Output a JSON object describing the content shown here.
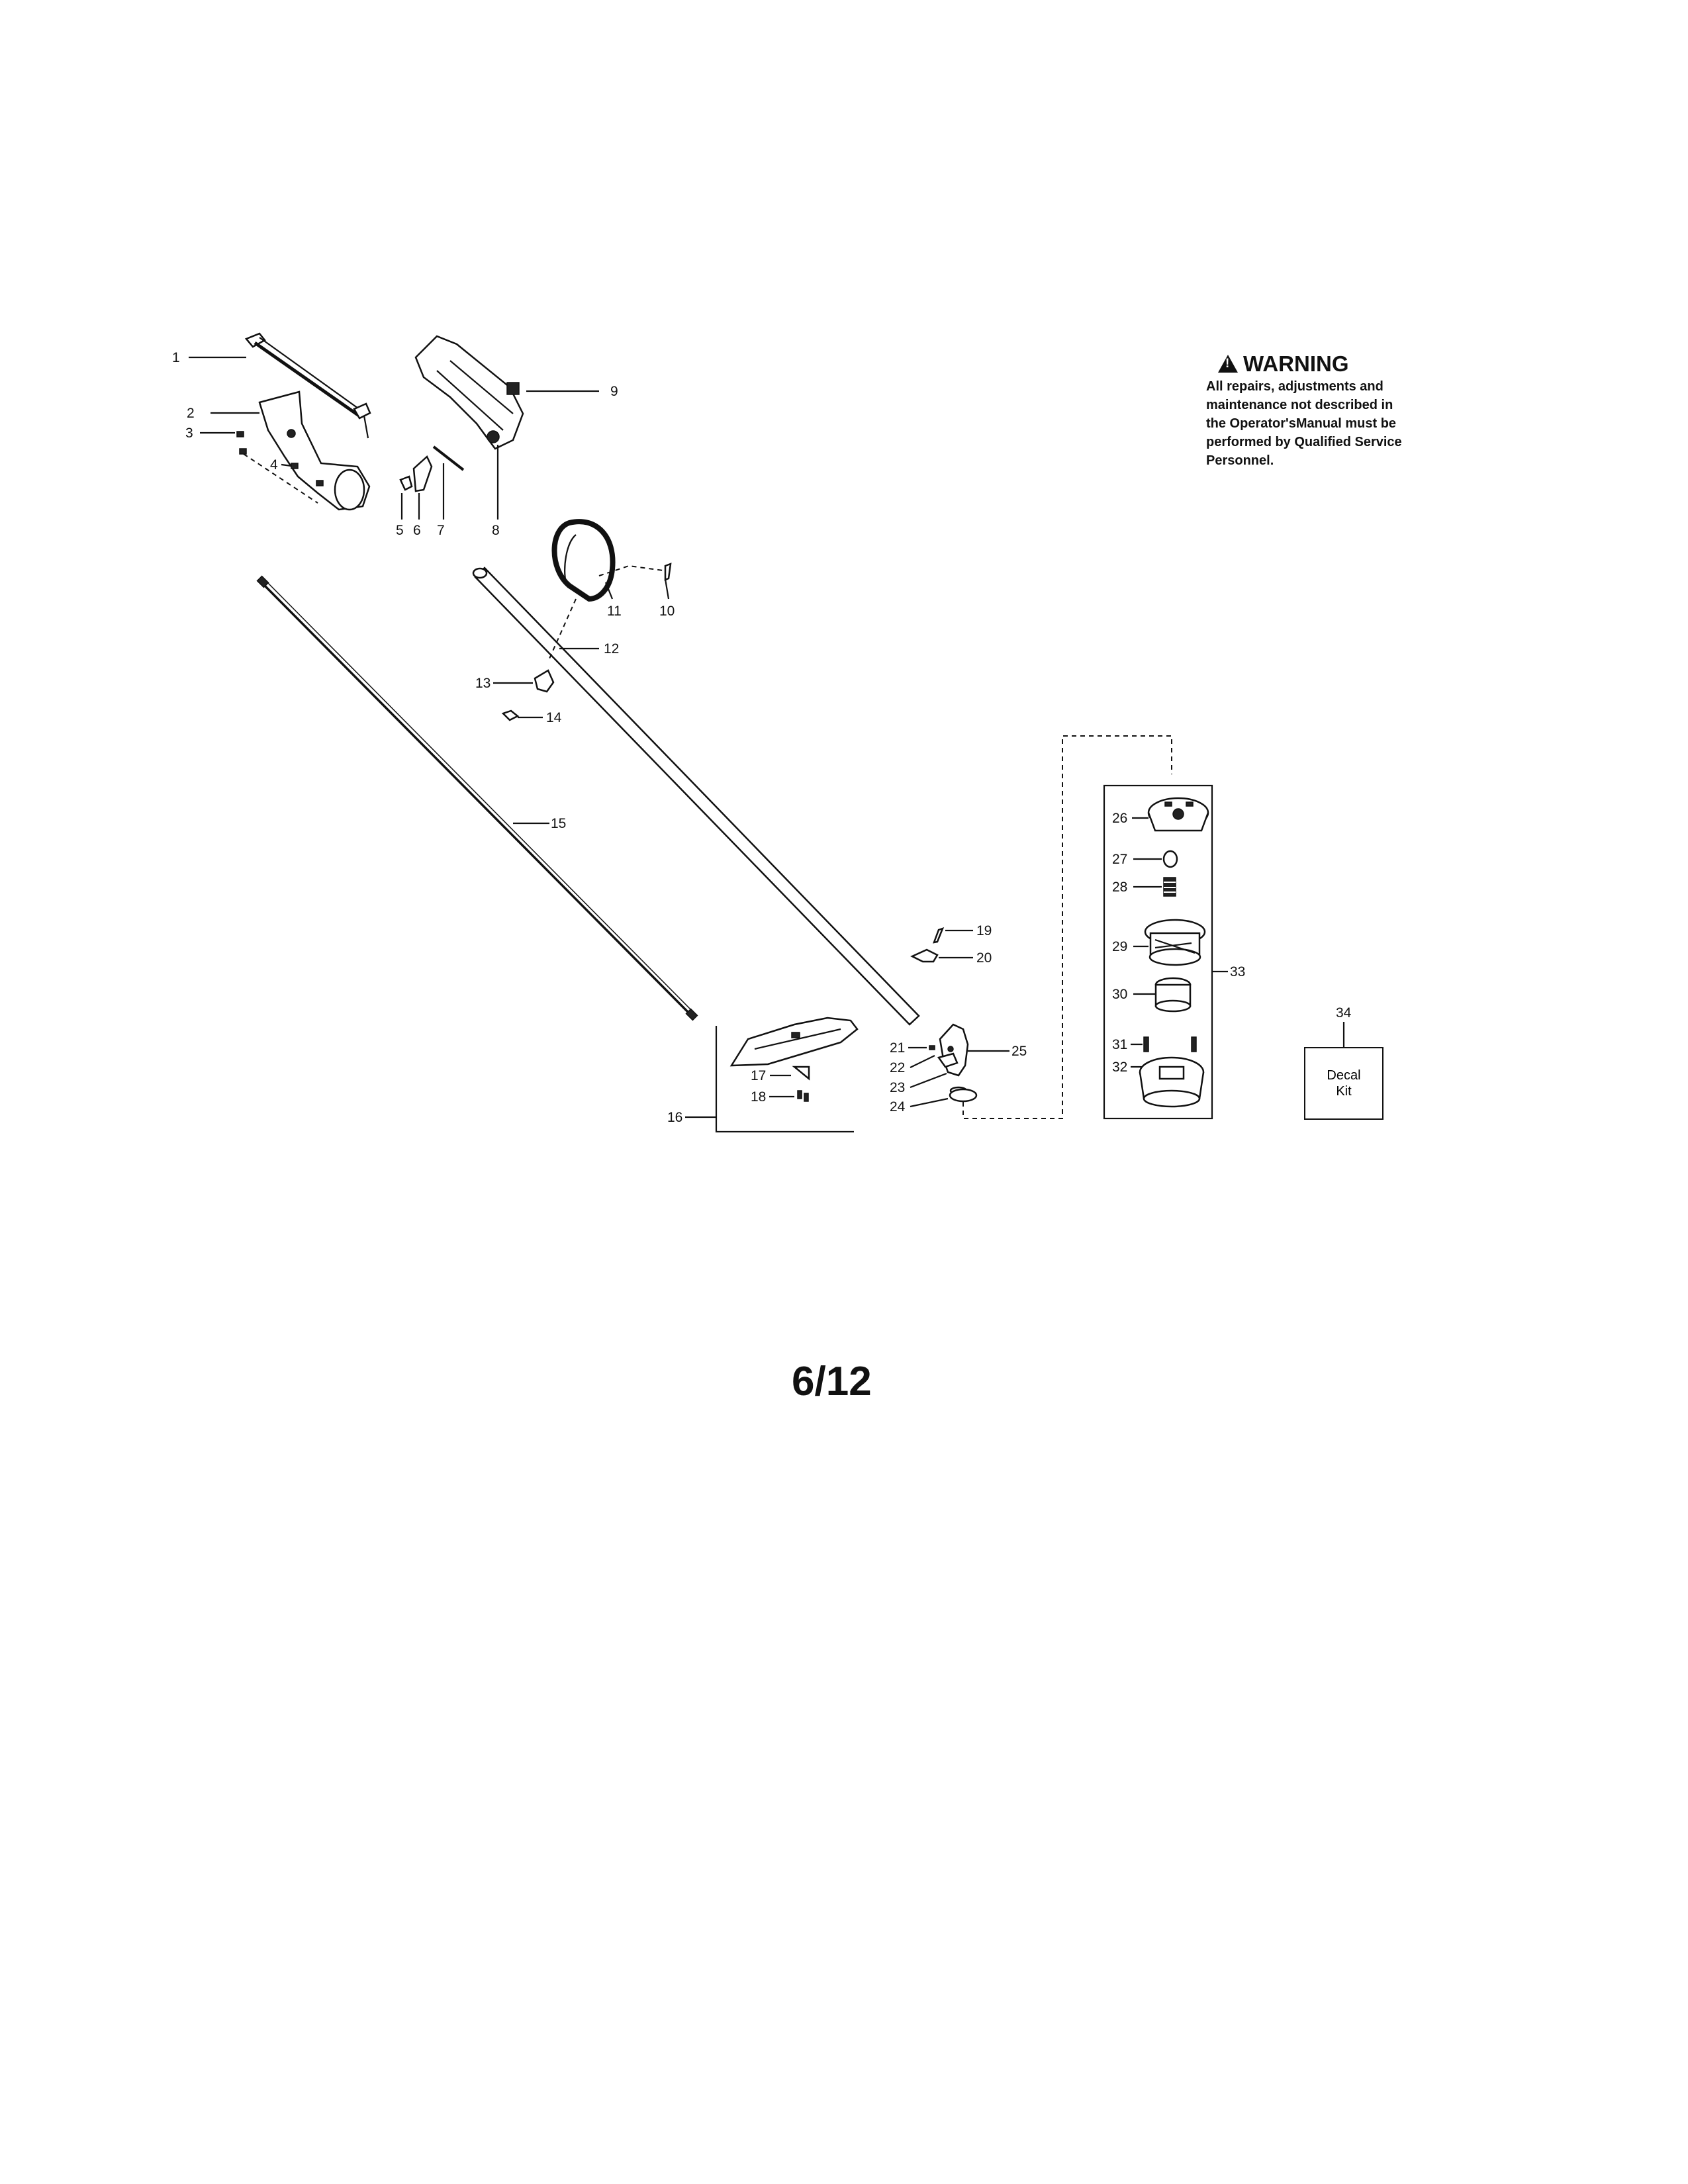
{
  "warning": {
    "title": "WARNING",
    "lines": [
      "All repairs, adjustments and",
      "maintenance not described in",
      "the Operator'sManual must be",
      "performed by Qualified Service",
      "Personnel."
    ]
  },
  "callouts": {
    "c1": "1",
    "c2": "2",
    "c3": "3",
    "c4": "4",
    "c5": "5",
    "c6": "6",
    "c7": "7",
    "c8": "8",
    "c9": "9",
    "c10": "10",
    "c11": "11",
    "c12": "12",
    "c13": "13",
    "c14": "14",
    "c15": "15",
    "c16": "16",
    "c17": "17",
    "c18": "18",
    "c19": "19",
    "c20": "20",
    "c21": "21",
    "c22": "22",
    "c23": "23",
    "c24": "24",
    "c25": "25",
    "c26": "26",
    "c27": "27",
    "c28": "28",
    "c29": "29",
    "c30": "30",
    "c31": "31",
    "c32": "32",
    "c33": "33",
    "c34": "34"
  },
  "decal": {
    "line1": "Decal",
    "line2": "Kit"
  },
  "page_number": "6/12"
}
